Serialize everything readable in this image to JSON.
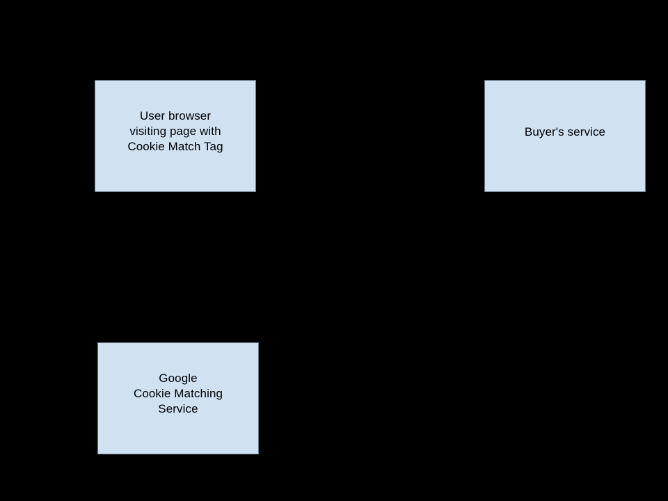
{
  "diagram": {
    "type": "flow-diagram",
    "background_color": "#000000",
    "node_fill_color": "#d0e1f2",
    "node_border_color": "#6b7a8a",
    "node_text_color": "#000000",
    "nodes": [
      {
        "id": "user-browser",
        "label": "User browser\nvisiting page with\nCookie Match Tag",
        "lines": [
          "User browser",
          "visiting page with",
          "Cookie Match Tag"
        ]
      },
      {
        "id": "buyers-service",
        "label": "Buyer's service",
        "lines": [
          "Buyer's service"
        ]
      },
      {
        "id": "google-cookie-matching",
        "label": "Google\nCookie Matching\nService",
        "lines": [
          "Google",
          "Cookie Matching",
          "Service"
        ]
      }
    ]
  }
}
